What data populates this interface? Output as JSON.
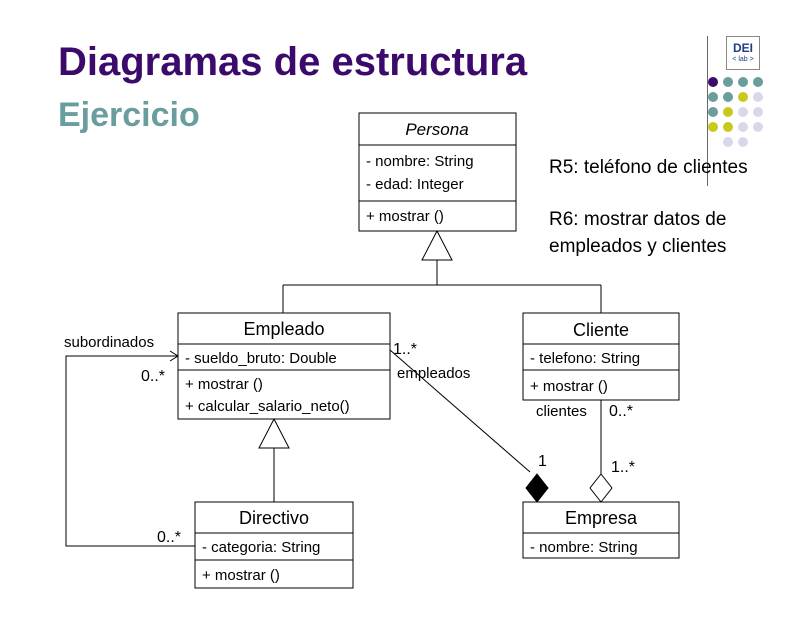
{
  "slide": {
    "title": "Diagramas de estructura",
    "subtitle": "Ejercicio",
    "title_color": "#3b0a6b",
    "subtitle_color": "#6a9d9d"
  },
  "logo": {
    "text": "DEI",
    "sub": "< lab >"
  },
  "notes": {
    "r5": "R5: teléfono de clientes",
    "r6_line1": "R6: mostrar datos de",
    "r6_line2": "empleados y clientes"
  },
  "classes": {
    "persona": {
      "name": "Persona",
      "attr1": "- nombre: String",
      "attr2": "- edad: Integer",
      "op1": "+ mostrar ()"
    },
    "empleado": {
      "name": "Empleado",
      "attr1": "- sueldo_bruto: Double",
      "op1": "+ mostrar ()",
      "op2": "+ calcular_salario_neto()"
    },
    "cliente": {
      "name": "Cliente",
      "attr1": "- telefono: String",
      "op1": "+ mostrar ()"
    },
    "directivo": {
      "name": "Directivo",
      "attr1": "- categoria: String",
      "op1": "+ mostrar ()"
    },
    "empresa": {
      "name": "Empresa",
      "attr1": "- nombre: String"
    }
  },
  "labels": {
    "subordinados": "subordinados",
    "sub_mult_top": "0..*",
    "sub_mult_bottom": "0..*",
    "empleados_mult": "1..*",
    "empleados_role": "empleados",
    "empresa_comp_mult": "1",
    "clientes_role": "clientes",
    "clientes_mult": "0..*",
    "empresa_agg_mult": "1..*"
  },
  "colors": {
    "dot_purple": "#3b0a6b",
    "dot_teal": "#6a9d9d",
    "dot_yellow": "#c8c81e",
    "dot_lavender": "#d8d8ec"
  }
}
